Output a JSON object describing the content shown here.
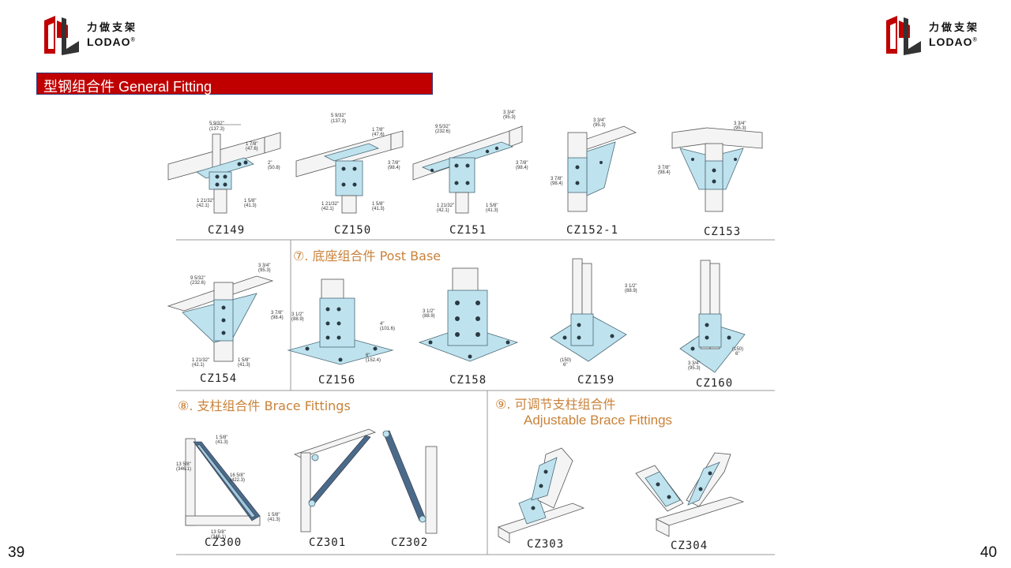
{
  "header": {
    "logo_cn": "力做支架",
    "logo_en": "LODAO",
    "logo_mark": "®",
    "title": "型钢组合件 General Fitting"
  },
  "page_numbers": {
    "left": "39",
    "right": "40"
  },
  "colors": {
    "brand_red": "#c00000",
    "plate_blue": "#bfe3ee",
    "section_orange": "#c9823a"
  },
  "sections": {
    "post_base": "⑦. 底座组合件 Post Base",
    "brace": "⑧. 支柱组合件 Brace Fittings",
    "adjustable_cn": "⑨. 可调节支柱组合件",
    "adjustable_en": "Adjustable Brace Fittings"
  },
  "parts": {
    "row1": [
      "CZ149",
      "CZ150",
      "CZ151",
      "CZ152-1",
      "CZ153"
    ],
    "row2": [
      "CZ154",
      "CZ156",
      "CZ158",
      "CZ159",
      "CZ160"
    ],
    "row3": [
      "CZ300",
      "CZ301",
      "CZ302",
      "CZ303",
      "CZ304"
    ]
  },
  "dims": {
    "d1": "5 9/32\"",
    "d1m": "(137.3)",
    "d2": "1 7/8\"",
    "d2m": "(47.6)",
    "d3": "2\"",
    "d3m": "(50.8)",
    "d4": "1 21/32\"",
    "d4m": "(42.1)",
    "d5": "1 5/8\"",
    "d5m": "(41.3)",
    "d6": "9 5/32\"",
    "d6m": "(232.6)",
    "d7": "3 3/4\"",
    "d7m": "(95.3)",
    "d8": "3 7/8\"",
    "d8m": "(98.4)",
    "d9": "3 1/2\"",
    "d9m": "(88.9)",
    "d10": "4\"",
    "d10m": "(101.6)",
    "d11": "6\"",
    "d11m": "(152.4)",
    "d12": "(150)",
    "d13": "13 5/8\"",
    "d13m": "(346.1)",
    "d14": "16 5/8\"",
    "d14m": "(422.3)"
  }
}
